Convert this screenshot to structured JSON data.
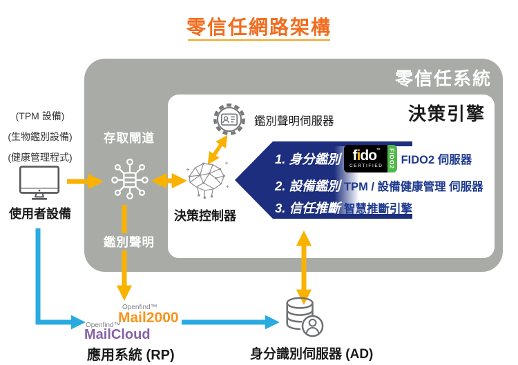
{
  "title": {
    "text": "零信任網路架構"
  },
  "system": {
    "label": "零信任系統"
  },
  "engine": {
    "title": "決策引擎",
    "assertion_server": "鑑別聲明伺服器",
    "steps": [
      {
        "item": "1. 身分鑑別",
        "server": "FIDO2 伺服器"
      },
      {
        "item": "2. 設備鑑別",
        "server": "TPM / 設備健康管理 伺服器"
      },
      {
        "item": "3. 信任推斷",
        "server": "智慧推斷引擎"
      }
    ],
    "fido": {
      "f": "f",
      "i": "i",
      "do": "do",
      "tm": "™",
      "certified": "CERTIFIED",
      "tab": "FIDO2"
    }
  },
  "gateway": {
    "label": "存取閘道"
  },
  "controller": {
    "label": "決策控制器"
  },
  "assertion_flow": {
    "label": "鑑別聲明"
  },
  "device": {
    "notes": [
      "(TPM 設備)",
      "(生物鑑別設備)",
      "(健康管理程式)"
    ],
    "label": "使用者設備"
  },
  "apps": {
    "openfind1": "Openfind™",
    "mail2000": "Mail2000",
    "openfind2": "Openfind™",
    "mailcloud": "MailCloud",
    "label": "應用系統 (RP)"
  },
  "identity": {
    "label": "身分識別伺服器 (AD)"
  },
  "colors": {
    "title_orange": "#f26c1d",
    "arrow_yellow": "#f9b200",
    "arrow_cyan": "#29abe2",
    "navy_arrow": "#1c2e7d",
    "navy_text": "#1e3a90",
    "gray_box": "#a9aca6",
    "mail2000_orange": "#f7941d",
    "mailcloud_purple": "#8660a8",
    "fido_green": "#4fb848",
    "fido_yellow": "#ffb71b"
  }
}
